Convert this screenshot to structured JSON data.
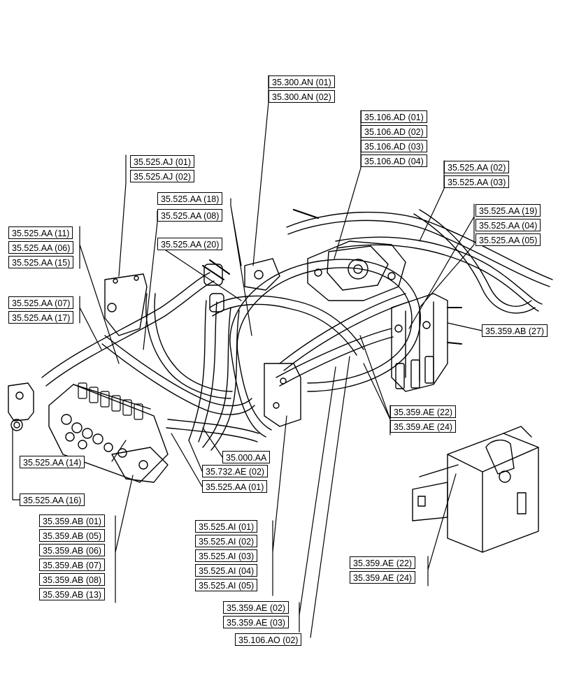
{
  "diagram": {
    "groups": [
      {
        "id": "g_300an",
        "refs": [
          "35.300.AN (01)",
          "35.300.AN (02)"
        ]
      },
      {
        "id": "g_106ad",
        "refs": [
          "35.106.AD (01)",
          "35.106.AD (02)",
          "35.106.AD (03)",
          "35.106.AD (04)"
        ]
      },
      {
        "id": "g_aa0203",
        "refs": [
          "35.525.AA (02)",
          "35.525.AA (03)"
        ]
      },
      {
        "id": "g_aj",
        "refs": [
          "35.525.AJ (01)",
          "35.525.AJ (02)"
        ]
      },
      {
        "id": "g_aa18",
        "refs": [
          "35.525.AA (18)"
        ]
      },
      {
        "id": "g_aa08",
        "refs": [
          "35.525.AA (08)"
        ]
      },
      {
        "id": "g_aa20",
        "refs": [
          "35.525.AA (20)"
        ]
      },
      {
        "id": "g_aa19",
        "refs": [
          "35.525.AA (19)",
          "35.525.AA (04)",
          "35.525.AA (05)"
        ]
      },
      {
        "id": "g_aa11",
        "refs": [
          "35.525.AA (11)",
          "35.525.AA (06)",
          "35.525.AA (15)"
        ]
      },
      {
        "id": "g_aa07",
        "refs": [
          "35.525.AA (07)",
          "35.525.AA (17)"
        ]
      },
      {
        "id": "g_ab27",
        "refs": [
          "35.359.AB (27)"
        ]
      },
      {
        "id": "g_ae22a",
        "refs": [
          "35.359.AE (22)",
          "35.359.AE (24)"
        ]
      },
      {
        "id": "g_000",
        "refs": [
          "35.000.AA"
        ]
      },
      {
        "id": "g_aa14",
        "refs": [
          "35.525.AA (14)"
        ]
      },
      {
        "id": "g_732",
        "refs": [
          "35.732.AE (02)"
        ]
      },
      {
        "id": "g_aa01",
        "refs": [
          "35.525.AA (01)"
        ]
      },
      {
        "id": "g_aa16",
        "refs": [
          "35.525.AA (16)"
        ]
      },
      {
        "id": "g_ab",
        "refs": [
          "35.359.AB (01)",
          "35.359.AB (05)",
          "35.359.AB (06)",
          "35.359.AB (07)",
          "35.359.AB (08)",
          "35.359.AB (13)"
        ]
      },
      {
        "id": "g_ai",
        "refs": [
          "35.525.AI (01)",
          "35.525.AI (02)",
          "35.525.AI (03)",
          "35.525.AI (04)",
          "35.525.AI (05)"
        ]
      },
      {
        "id": "g_ae22b",
        "refs": [
          "35.359.AE (22)",
          "35.359.AE (24)"
        ]
      },
      {
        "id": "g_ae02",
        "refs": [
          "35.359.AE (02)",
          "35.359.AE (03)"
        ]
      },
      {
        "id": "g_ao",
        "refs": [
          "35.106.AO (02)"
        ]
      }
    ]
  }
}
